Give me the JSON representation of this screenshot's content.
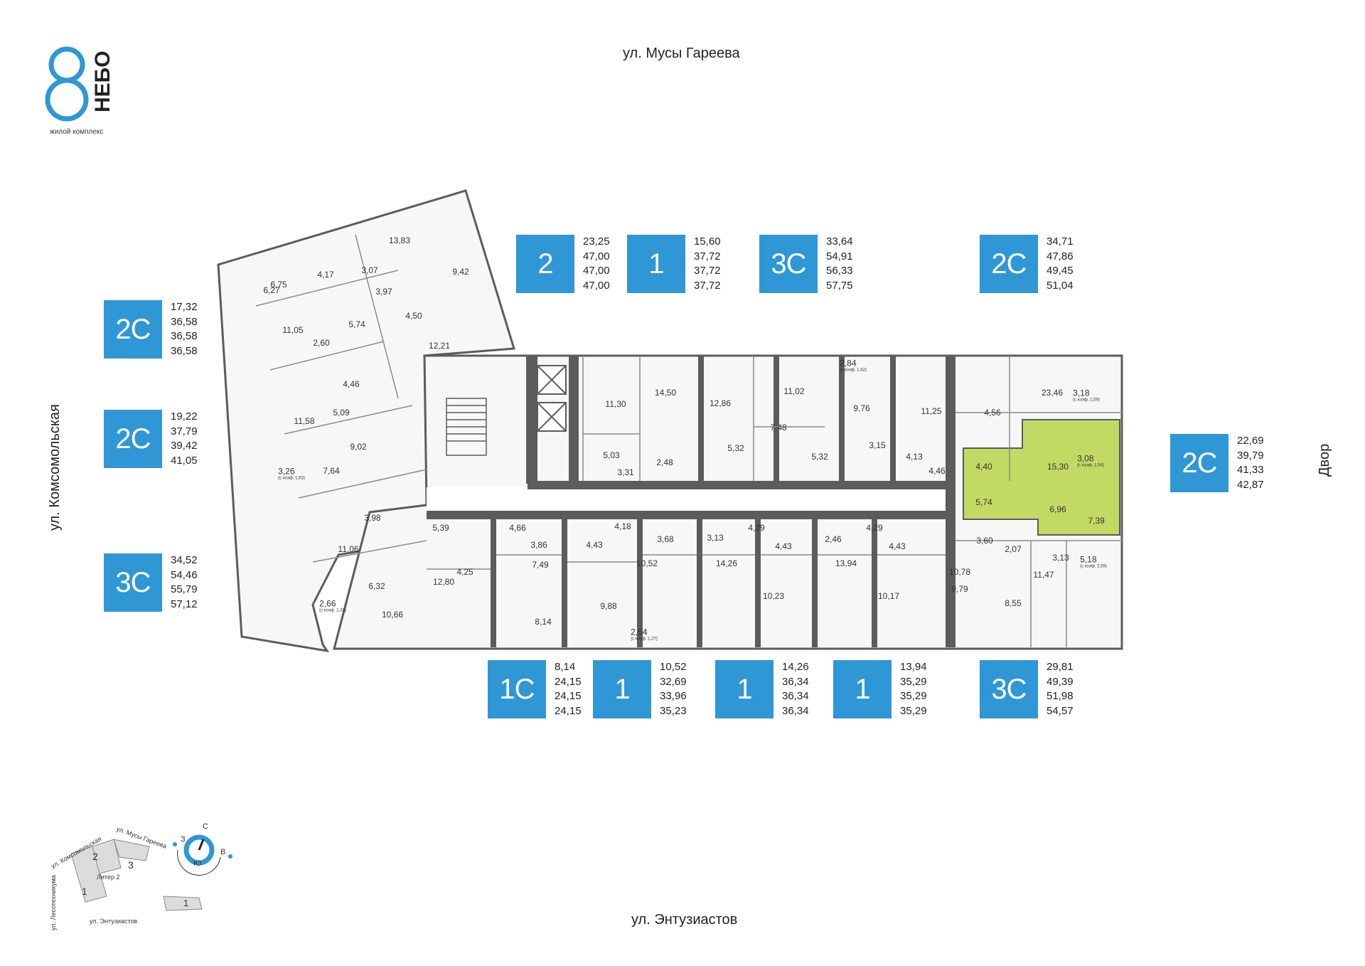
{
  "logo": {
    "mark": "8",
    "name": "НЕБО",
    "subtitle": "жилой комплекс"
  },
  "streets": {
    "top": "ул. Мусы Гареева",
    "bottom": "ул. Энтузиастов",
    "left": "ул. Комсомольская",
    "right": "Двор"
  },
  "colors": {
    "tag_blue": "#2f97d5",
    "highlight": "#b8d44a",
    "wall": "#5c5c5c",
    "floor": "#f7f7f7"
  },
  "apartments_top": [
    {
      "type": "2",
      "values": [
        "23,25",
        "47,00",
        "47,00",
        "47,00"
      ]
    },
    {
      "type": "1",
      "values": [
        "15,60",
        "37,72",
        "37,72",
        "37,72"
      ]
    },
    {
      "type": "3С",
      "values": [
        "33,64",
        "54,91",
        "56,33",
        "57,75"
      ]
    },
    {
      "type": "2С",
      "values": [
        "34,71",
        "47,86",
        "49,45",
        "51,04"
      ]
    }
  ],
  "apartments_left": [
    {
      "type": "2С",
      "values": [
        "17,32",
        "36,58",
        "36,58",
        "36,58"
      ]
    },
    {
      "type": "2С",
      "values": [
        "19,22",
        "37,79",
        "39,42",
        "41,05"
      ]
    },
    {
      "type": "3С",
      "values": [
        "34,52",
        "54,46",
        "55,79",
        "57,12"
      ]
    }
  ],
  "apartments_right": [
    {
      "type": "2С",
      "values": [
        "22,69",
        "39,79",
        "41,33",
        "42,87"
      ]
    }
  ],
  "apartments_bottom": [
    {
      "type": "1С",
      "values": [
        "8,14",
        "24,15",
        "24,15",
        "24,15"
      ]
    },
    {
      "type": "1",
      "values": [
        "10,52",
        "32,69",
        "33,96",
        "35,23"
      ]
    },
    {
      "type": "1",
      "values": [
        "14,26",
        "36,34",
        "36,34",
        "36,34"
      ]
    },
    {
      "type": "1",
      "values": [
        "13,94",
        "35,29",
        "35,29",
        "35,29"
      ]
    },
    {
      "type": "3С",
      "values": [
        "29,81",
        "49,39",
        "51,98",
        "54,57"
      ]
    }
  ],
  "room_areas": [
    "13,83",
    "3,07",
    "9,42",
    "6,27",
    "6,75",
    "4,17",
    "3,97",
    "4,50",
    "12,21",
    "11,05",
    "5,74",
    "2,60",
    "4,46",
    "11,58",
    "5,09",
    "9,02",
    "3,26",
    "7,64",
    "3,98",
    "11,06",
    "6,32",
    "2,66",
    "10,66",
    "5,39",
    "4,25",
    "12,80",
    "4,66",
    "3,86",
    "7,49",
    "8,14",
    "4,43",
    "9,88",
    "4,18",
    "3,68",
    "10,52",
    "2,54",
    "3,13",
    "14,26",
    "4,29",
    "4,43",
    "10,23",
    "2,46",
    "13,94",
    "4,29",
    "4,43",
    "10,17",
    "11,30",
    "14,50",
    "5,03",
    "3,31",
    "2,48",
    "12,86",
    "5,32",
    "11,02",
    "7,48",
    "5,32",
    "2,84",
    "9,76",
    "3,15",
    "4,13",
    "11,25",
    "4,46",
    "23,46",
    "4,56",
    "3,18",
    "15,30",
    "3,08",
    "4,40",
    "5,74",
    "6,96",
    "7,39",
    "3,60",
    "2,07",
    "3,13",
    "10,78",
    "9,79",
    "11,47",
    "8,55",
    "5,18"
  ],
  "coef_notes": {
    "c284": "(с коэф. 1,42)",
    "c326": "(с коэф. 1,63)",
    "c266": "(с коэф. 1,33)",
    "c254": "(с коэф. 1,27)",
    "c318": "(с коэф. 1,59)",
    "c308": "(с коэф. 1,54)",
    "c518": "(с коэф. 2,59)"
  },
  "keymap": {
    "streets": [
      "ул. Комсомольская",
      "ул. Мусы Гареева",
      "ул. Лесотехникума",
      "ул. Энтузиастов"
    ],
    "sections": [
      "1",
      "2",
      "3"
    ],
    "litera": "Литер 2",
    "compass": {
      "n": "С",
      "s": "Ю",
      "w": "З",
      "e": "В"
    },
    "legend_number": "1"
  }
}
